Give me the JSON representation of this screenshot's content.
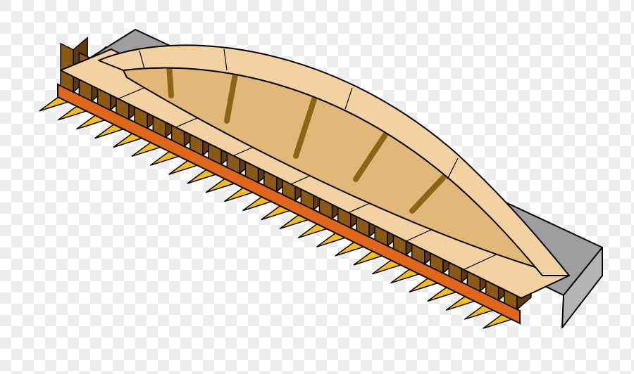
{
  "colors": {
    "checker_light": "#ffffff",
    "checker_dark": "#e6e6e6",
    "deck": "#9e9e9e",
    "deck_side": "#b5b5b5",
    "wood_light": "#f2d2a0",
    "wood_mid": "#e2b878",
    "post_front": "#8a5a12",
    "post_side": "#5e3b08",
    "spike_band": "#e0661a",
    "spike_tip": "#f3bd1a",
    "hanger": "#8b6414",
    "outline": "#000000"
  },
  "object": {
    "kind": "arch-bridge-clipart",
    "vertical_posts": 25,
    "hangers": 5
  }
}
